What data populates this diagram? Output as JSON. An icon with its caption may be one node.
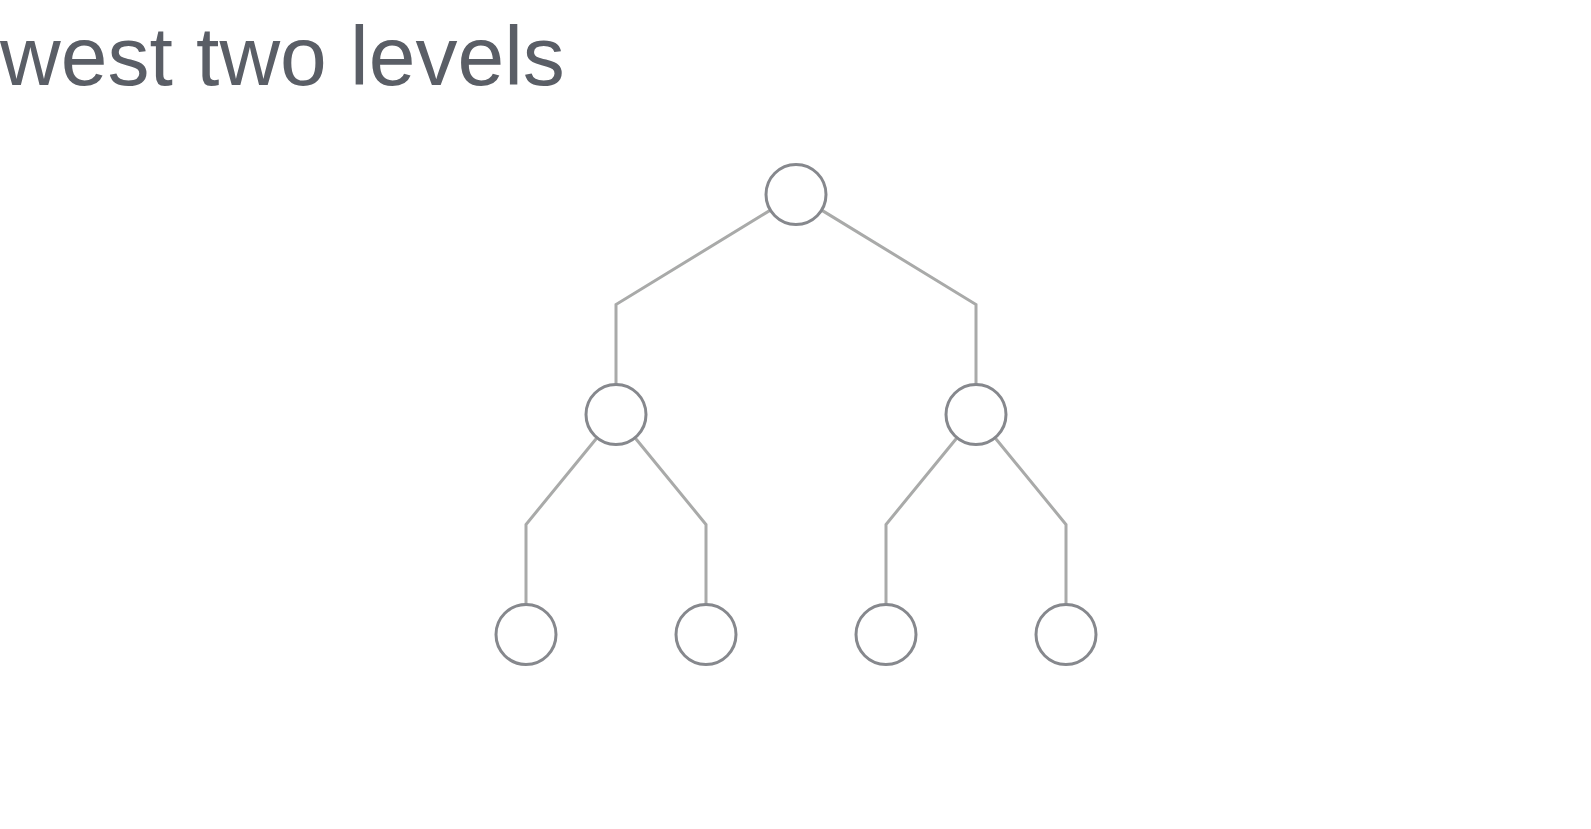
{
  "diagram": {
    "nodes": [
      {
        "text": [],
        "shape": "circle"
      },
      {
        "text": [],
        "shape": "circle"
      },
      {
        "text": [],
        "shape": "circle"
      },
      {
        "text": [],
        "shape": "circle"
      },
      {
        "text": [],
        "shape": "circle"
      },
      {
        "text": [],
        "shape": "circle"
      },
      {
        "text": [],
        "shape": "circle"
      }
    ],
    "edges": [
      {
        "from": 0,
        "to": 1,
        "arrow": "none"
      },
      {
        "from": 0,
        "to": 2,
        "arrow": "none"
      },
      {
        "from": 1,
        "to": 3,
        "arrow": "none"
      },
      {
        "from": 1,
        "to": 4,
        "arrow": "none"
      },
      {
        "from": 2,
        "to": 5,
        "arrow": "none"
      },
      {
        "from": 2,
        "to": 6,
        "arrow": "none"
      }
    ],
    "labels": [
      "west two levels"
    ]
  }
}
